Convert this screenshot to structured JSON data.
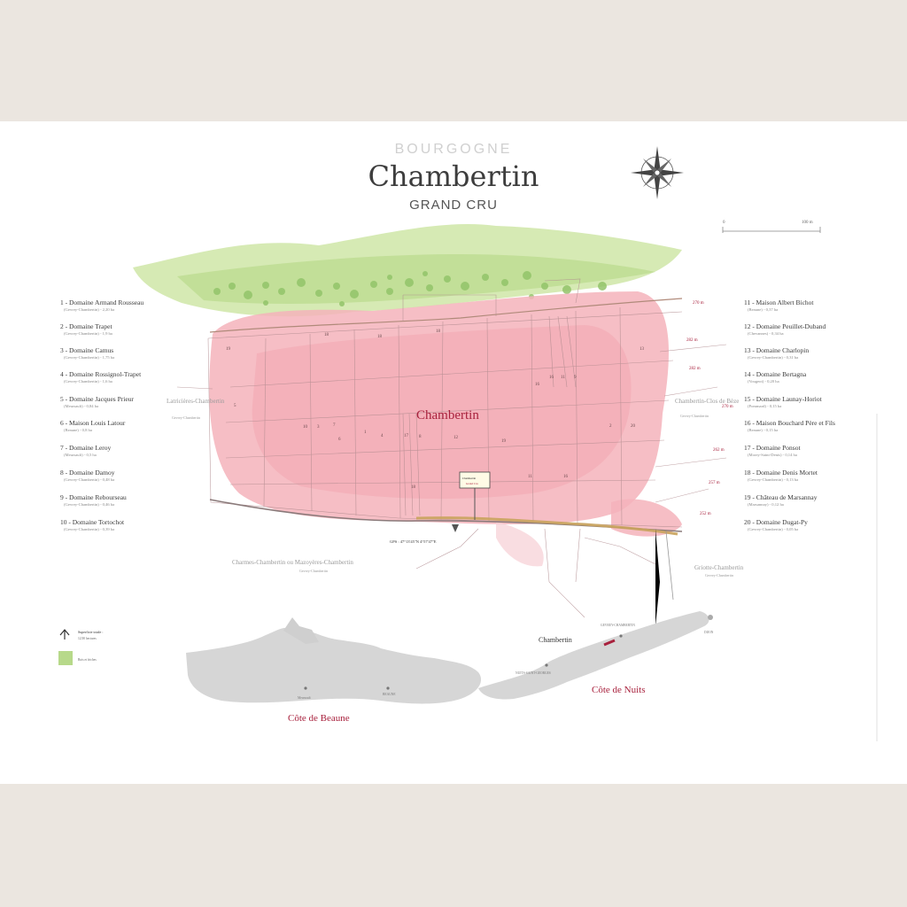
{
  "header": {
    "region": "BOURGOGNE",
    "title": "Chambertin",
    "subtitle": "GRAND CRU"
  },
  "map": {
    "vineyard_label": "Chambertin",
    "neighbours": {
      "latricieres": "Latricières-Chambertin",
      "latricieres_sub": "Gevrey-Chambertin",
      "beze": "Chambertin-Clos de Bèze",
      "beze_sub": "Gevrey-Chambertin",
      "charmes": "Charmes-Chambertin ou Mazoyères-Chambertin",
      "charmes_sub": "Gevrey-Chambertin",
      "griotte": "Griotte-Chambertin",
      "griotte_sub": "Gevrey-Chambertin"
    },
    "gps": "GPS : 47°13'45\"N  4°57'47\"E",
    "contours": [
      "270 m",
      "282 m",
      "282 m",
      "270 m",
      "262 m",
      "257 m",
      "252 m"
    ],
    "parcel_numbers": [
      "19",
      "18",
      "18",
      "18",
      "5",
      "10",
      "3",
      "7",
      "6",
      "1",
      "4",
      "17",
      "8",
      "12",
      "16",
      "16",
      "11",
      "9",
      "13",
      "2",
      "20",
      "19",
      "11",
      "16",
      "18"
    ],
    "colors": {
      "vineyard_pink": "#f4b3bb",
      "forest_green": "#b7d98a",
      "accent_red": "#a8213d",
      "road_gold": "#c9a35c"
    }
  },
  "producers_left": [
    {
      "num": "1",
      "name": "Domaine Armand Rousseau",
      "detail": "(Gevrey-Chambertin) - 2,20 ha"
    },
    {
      "num": "2",
      "name": "Domaine Trapet",
      "detail": "(Gevrey-Chambertin) - 1,9 ha"
    },
    {
      "num": "3",
      "name": "Domaine Camus",
      "detail": "(Gevrey-Chambertin) - 1,75 ha"
    },
    {
      "num": "4",
      "name": "Domaine Rossignol-Trapet",
      "detail": "(Gevrey-Chambertin) - 1,6 ha"
    },
    {
      "num": "5",
      "name": "Domaine Jacques Prieur",
      "detail": "(Meursault) - 0,84 ha"
    },
    {
      "num": "6",
      "name": "Maison Louis Latour",
      "detail": "(Beaune) - 0,8 ha"
    },
    {
      "num": "7",
      "name": "Domaine Leroy",
      "detail": "(Meursault) - 0,5 ha"
    },
    {
      "num": "8",
      "name": "Domaine Damoy",
      "detail": "(Gevrey-Chambertin) - 0,48 ha"
    },
    {
      "num": "9",
      "name": "Domaine Rebourseau",
      "detail": "(Gevrey-Chambertin) - 0,46 ha"
    },
    {
      "num": "10",
      "name": "Domaine Tortochot",
      "detail": "(Gevrey-Chambertin) - 0,39 ha"
    }
  ],
  "producers_right": [
    {
      "num": "11",
      "name": "Maison Albert Bichot",
      "detail": "(Beaune) - 0,37 ha"
    },
    {
      "num": "12",
      "name": "Domaine Peuillet-Duband",
      "detail": "(Chevannes) - 0,34 ha"
    },
    {
      "num": "13",
      "name": "Domaine Charlopin",
      "detail": "(Gevrey-Chambertin) - 0,31 ha"
    },
    {
      "num": "14",
      "name": "Domaine Bertagna",
      "detail": "(Vougeot) - 0,20 ha"
    },
    {
      "num": "15",
      "name": "Domaine Launay-Horiot",
      "detail": "(Pommard) - 0,15 ha"
    },
    {
      "num": "16",
      "name": "Maison Bouchard Père et Fils",
      "detail": "(Beaune) - 0,15 ha"
    },
    {
      "num": "17",
      "name": "Domaine Ponsot",
      "detail": "(Morey-Saint-Denis) - 0,14 ha"
    },
    {
      "num": "18",
      "name": "Domaine Denis Mortet",
      "detail": "(Gevrey-Chambertin) - 0,13 ha"
    },
    {
      "num": "19",
      "name": "Château de Marsannay",
      "detail": "(Marsannay) - 0,12 ha"
    },
    {
      "num": "20",
      "name": "Domaine Dugat-Py",
      "detail": "(Gevrey-Chambertin) - 0,05 ha"
    }
  ],
  "key": {
    "surface_label": "Superficie totale :",
    "surface_value": "12,90 hectares",
    "forest_label": "Bois et friches"
  },
  "scale": {
    "start": "0",
    "end": "100 m"
  },
  "inset": {
    "cote_beaune": "Côte de Beaune",
    "cote_nuits": "Côte de Nuits",
    "chambertin": "Chambertin",
    "gevrey": "GEVREY-CHAMBERTIN",
    "dijon": "DIJON",
    "nuits": "NUITS-SAINT-GEORGES",
    "beaune": "BEAUNE",
    "meursault": "Meursault"
  },
  "sign": {
    "line1": "Chambertin",
    "line2": "Grand Cru"
  }
}
